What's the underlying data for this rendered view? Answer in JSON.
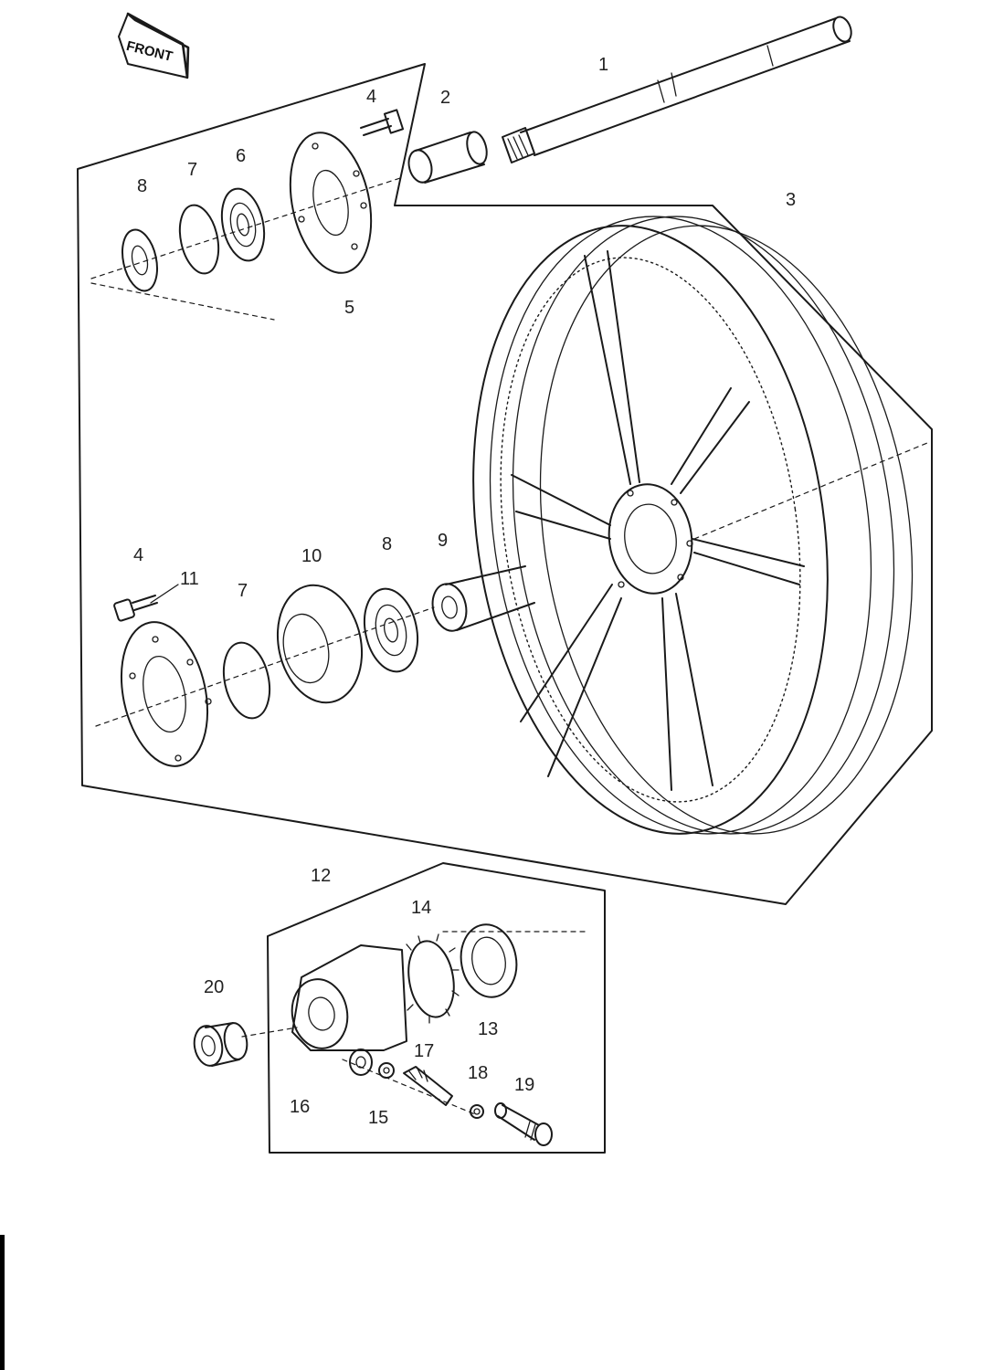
{
  "orientation_badge": {
    "text": "FRONT"
  },
  "callouts": [
    {
      "id": "1",
      "text": "1"
    },
    {
      "id": "2",
      "text": "2"
    },
    {
      "id": "3",
      "text": "3"
    },
    {
      "id": "4a",
      "text": "4"
    },
    {
      "id": "4b",
      "text": "4"
    },
    {
      "id": "5",
      "text": "5"
    },
    {
      "id": "6",
      "text": "6"
    },
    {
      "id": "7a",
      "text": "7"
    },
    {
      "id": "7b",
      "text": "7"
    },
    {
      "id": "8a",
      "text": "8"
    },
    {
      "id": "8b",
      "text": "8"
    },
    {
      "id": "9",
      "text": "9"
    },
    {
      "id": "10",
      "text": "10"
    },
    {
      "id": "11",
      "text": "11"
    },
    {
      "id": "12",
      "text": "12"
    },
    {
      "id": "13",
      "text": "13"
    },
    {
      "id": "14",
      "text": "14"
    },
    {
      "id": "15",
      "text": "15"
    },
    {
      "id": "16",
      "text": "16"
    },
    {
      "id": "17",
      "text": "17"
    },
    {
      "id": "18",
      "text": "18"
    },
    {
      "id": "19",
      "text": "19"
    },
    {
      "id": "20",
      "text": "20"
    }
  ]
}
